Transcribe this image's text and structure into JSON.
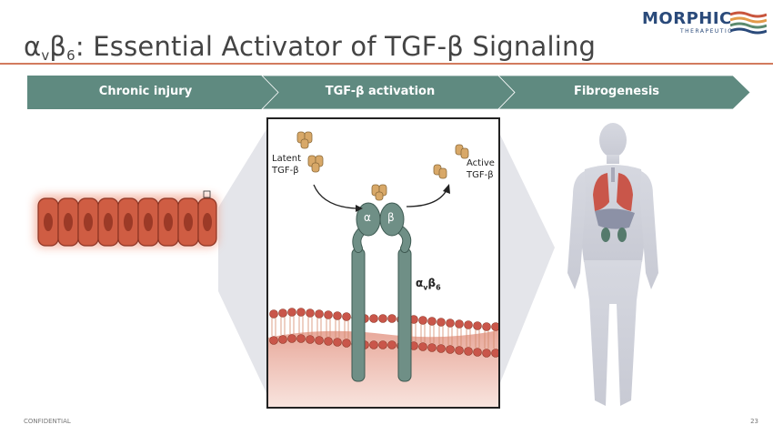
{
  "slide": {
    "title_prefix": "α",
    "title_sub_v": "v",
    "title_beta": "β",
    "title_sub_6": "6",
    "title_rest": ": Essential Activator of TGF-β Signaling"
  },
  "logo": {
    "word": "MORPHIC",
    "tagline": "THERAPEUTIC"
  },
  "process": [
    {
      "label": "Chronic injury"
    },
    {
      "label": "TGF-β activation"
    },
    {
      "label": "Fibrogenesis"
    }
  ],
  "diagram": {
    "latent_label_1": "Latent",
    "latent_label_2": "TGF-β",
    "active_label_1": "Active",
    "active_label_2": "TGF-β",
    "alpha": "α",
    "beta": "β",
    "integrin_a": "α",
    "integrin_v": "v",
    "integrin_b": "β",
    "integrin_6": "6"
  },
  "footer": {
    "confidential": "CONFIDENTIAL",
    "page": "23"
  },
  "colors": {
    "accent_rule": "#d27b5e",
    "arrow": "#5f8a80",
    "brand_blue": "#2a4a7a"
  }
}
